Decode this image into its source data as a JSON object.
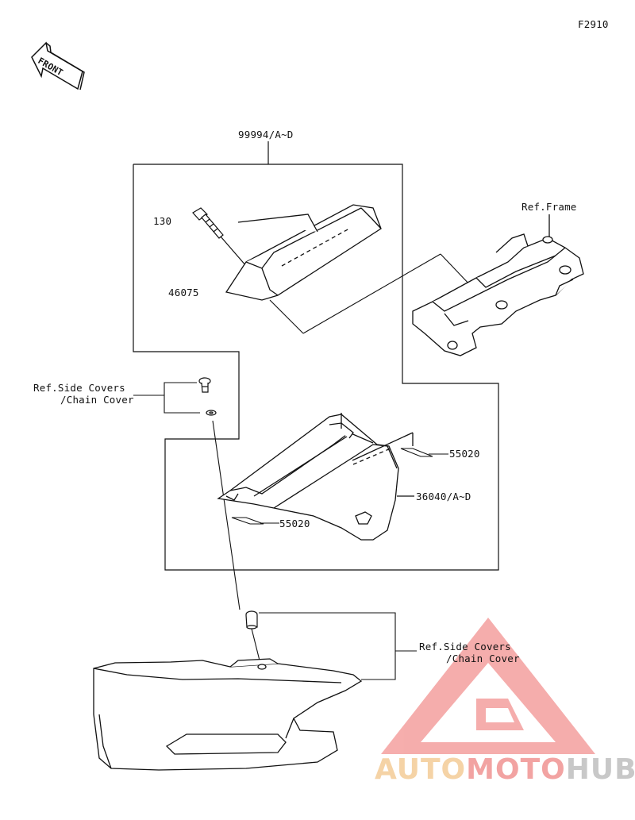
{
  "figure_code": "F2910",
  "front_label": "FRONT",
  "labels": {
    "kit": "99994/A~D",
    "bolt": "130",
    "cover": "46075",
    "ref_frame": "Ref.Frame",
    "ref_side_1_line1": "Ref.Side Covers",
    "ref_side_1_line2": "/Chain Cover",
    "sticker_upper": "55020",
    "guard": "36040/A~D",
    "sticker_lower": "55020",
    "ref_side_2_line1": "Ref.Side Covers",
    "ref_side_2_line2": "/Chain Cover"
  },
  "watermark": {
    "part1": "AUTO",
    "part2": "MOTO",
    "part3": "HUB",
    "colors": {
      "auto": "#f5d3a6",
      "moto": "#f2a3a2",
      "hub": "#c8c8c8",
      "triangle": "#f08a88"
    }
  }
}
